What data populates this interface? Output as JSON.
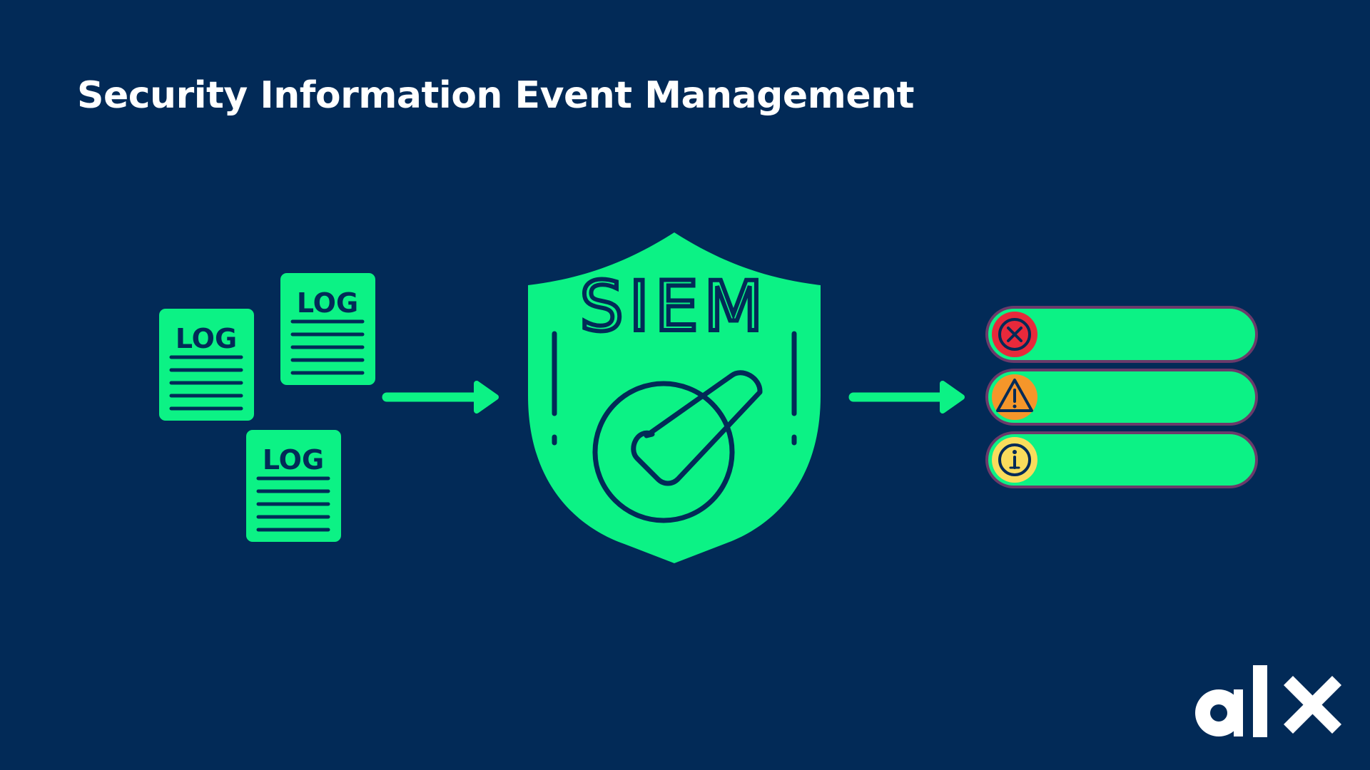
{
  "title": "Security Information Event Management",
  "logs": {
    "label": "LOG"
  },
  "siem": {
    "label": "SIEM"
  },
  "alerts": [
    {
      "severity": "error",
      "icon": "error-x-icon",
      "color": "#e8293b"
    },
    {
      "severity": "warning",
      "icon": "warning-triangle-icon",
      "color": "#f5962a"
    },
    {
      "severity": "info",
      "icon": "info-i-icon",
      "color": "#f9dc5c"
    }
  ],
  "brand": {
    "logo": "alx"
  },
  "colors": {
    "background": "#022a57",
    "accent": "#0cf285",
    "stroke": "#022a57",
    "alert_border": "#6b3a6a",
    "logo": "#ffffff"
  }
}
